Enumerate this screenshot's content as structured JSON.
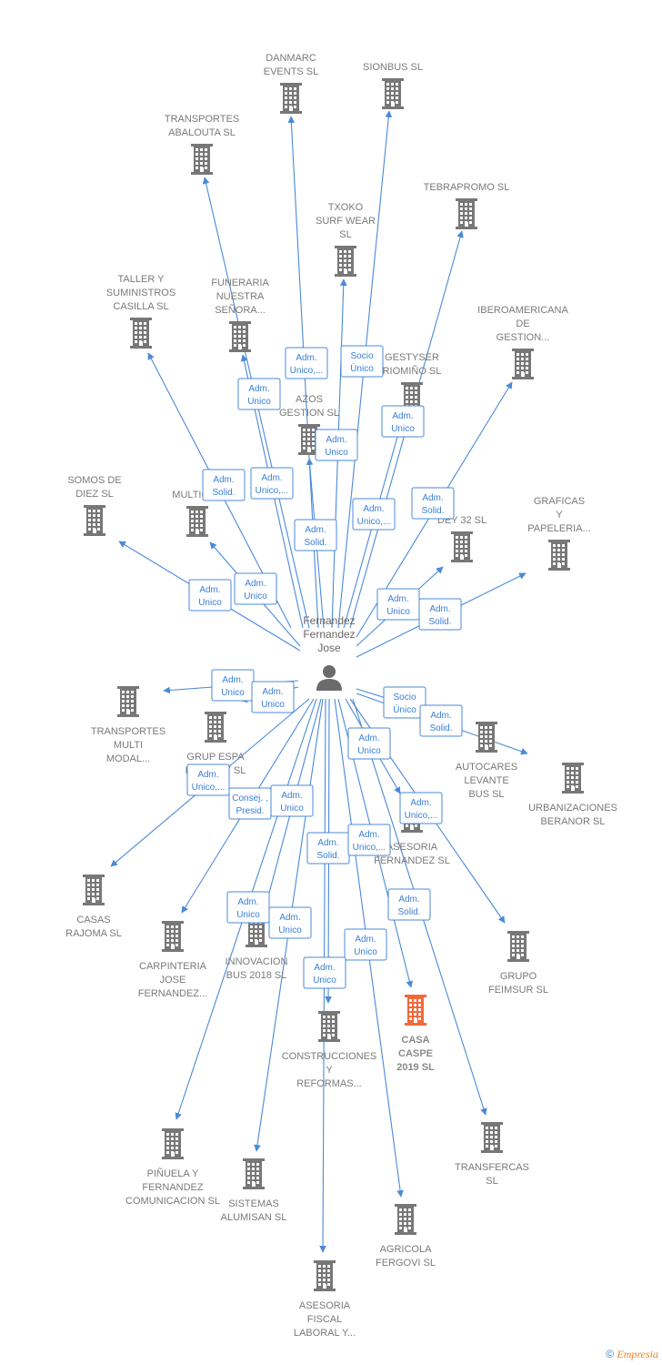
{
  "person": {
    "name_lines": [
      "Fernandez",
      "Fernandez",
      "Jose"
    ]
  },
  "companies": [
    {
      "id": "danmarc",
      "lines": [
        "DANMARC",
        "EVENTS  SL"
      ]
    },
    {
      "id": "sionbus",
      "lines": [
        "SIONBUS  SL"
      ]
    },
    {
      "id": "transportes_abalouta",
      "lines": [
        "TRANSPORTES",
        "ABALOUTA SL"
      ]
    },
    {
      "id": "tebrapromo",
      "lines": [
        "TEBRAPROMO SL"
      ]
    },
    {
      "id": "txoko",
      "lines": [
        "TXOKO",
        "SURF WEAR",
        "SL"
      ]
    },
    {
      "id": "taller",
      "lines": [
        "TALLER Y",
        "SUMINISTROS",
        "CASILLA  SL"
      ]
    },
    {
      "id": "funeraria",
      "lines": [
        "FUNERARIA",
        "NUESTRA",
        "SEÑORA..."
      ]
    },
    {
      "id": "iberoamericana",
      "lines": [
        "IBEROAMERICANA",
        "DE",
        "GESTION..."
      ]
    },
    {
      "id": "gestyser",
      "lines": [
        "GESTYSER",
        "RIOMIÑO SL"
      ]
    },
    {
      "id": "azos",
      "lines": [
        "AZOS",
        "GESTION SL"
      ]
    },
    {
      "id": "somos",
      "lines": [
        "SOMOS DE",
        "DIEZ SL"
      ]
    },
    {
      "id": "multicar",
      "lines": [
        "MULTICAR"
      ]
    },
    {
      "id": "dey32",
      "lines": [
        "DEY 32 SL"
      ]
    },
    {
      "id": "graficas",
      "lines": [
        "GRAFICAS",
        "Y",
        "PAPELERIA..."
      ]
    },
    {
      "id": "transportes_multi",
      "lines": [
        "TRANSPORTES",
        "MULTI",
        "MODAL..."
      ]
    },
    {
      "id": "grup_espa",
      "lines": [
        "GRUP ESPA",
        "BUS 2017  SL"
      ]
    },
    {
      "id": "autocares",
      "lines": [
        "AUTOCARES",
        "LEVANTE",
        "BUS  SL"
      ]
    },
    {
      "id": "urbanizaciones",
      "lines": [
        "URBANIZACIONES",
        "BERANOR SL"
      ]
    },
    {
      "id": "asesoria_fernandez",
      "lines": [
        "ASESORIA",
        "FERNANDEZ SL"
      ]
    },
    {
      "id": "casas_rajoma",
      "lines": [
        "CASAS",
        "RAJOMA SL"
      ]
    },
    {
      "id": "carpinteria",
      "lines": [
        "CARPINTERIA",
        "JOSE",
        "FERNANDEZ..."
      ]
    },
    {
      "id": "innovacion",
      "lines": [
        "INNOVACION",
        "BUS 2018  SL"
      ]
    },
    {
      "id": "grupo_feimsur",
      "lines": [
        "GRUPO",
        "FEIMSUR  SL"
      ]
    },
    {
      "id": "casa_caspe",
      "lines": [
        "CASA",
        "CASPE",
        "2019  SL"
      ],
      "highlight": true
    },
    {
      "id": "construcciones",
      "lines": [
        "CONSTRUCCIONES",
        "Y",
        "REFORMAS..."
      ]
    },
    {
      "id": "pinuela",
      "lines": [
        "PIÑUELA Y",
        "FERNANDEZ",
        "COMUNICACION SL"
      ]
    },
    {
      "id": "sistemas",
      "lines": [
        "SISTEMAS",
        "ALUMISAN  SL"
      ]
    },
    {
      "id": "transfercas",
      "lines": [
        "TRANSFERCAS",
        "SL"
      ]
    },
    {
      "id": "agricola",
      "lines": [
        "AGRICOLA",
        "FERGOVI SL"
      ]
    },
    {
      "id": "asesoria_fiscal",
      "lines": [
        "ASESORIA",
        "FISCAL",
        "LABORAL Y..."
      ]
    }
  ],
  "edge_labels": [
    {
      "id": "e1",
      "lines": [
        "Adm.",
        "Unico,..."
      ]
    },
    {
      "id": "e2",
      "lines": [
        "Socio",
        "Único"
      ]
    },
    {
      "id": "e3",
      "lines": [
        "Adm.",
        "Unico"
      ]
    },
    {
      "id": "e4",
      "lines": [
        "Adm.",
        "Unico"
      ]
    },
    {
      "id": "e5",
      "lines": [
        "Adm.",
        "Unico"
      ]
    },
    {
      "id": "e6",
      "lines": [
        "Adm.",
        "Solid."
      ]
    },
    {
      "id": "e7",
      "lines": [
        "Adm.",
        "Unico,..."
      ]
    },
    {
      "id": "e8",
      "lines": [
        "Adm.",
        "Solid."
      ]
    },
    {
      "id": "e9",
      "lines": [
        "Adm.",
        "Unico,..."
      ]
    },
    {
      "id": "e10",
      "lines": [
        "Adm.",
        "Solid."
      ]
    },
    {
      "id": "e11",
      "lines": [
        "Adm.",
        "Unico"
      ]
    },
    {
      "id": "e12",
      "lines": [
        "Adm.",
        "Unico"
      ]
    },
    {
      "id": "e13",
      "lines": [
        "Adm.",
        "Unico"
      ]
    },
    {
      "id": "e14",
      "lines": [
        "Adm.",
        "Solid."
      ]
    },
    {
      "id": "e15",
      "lines": [
        "Adm.",
        "Unico"
      ]
    },
    {
      "id": "e16",
      "lines": [
        "Adm.",
        "Unico"
      ]
    },
    {
      "id": "e17",
      "lines": [
        "Socio",
        "Único"
      ]
    },
    {
      "id": "e18",
      "lines": [
        "Adm.",
        "Solid."
      ]
    },
    {
      "id": "e19",
      "lines": [
        "Adm.",
        "Unico"
      ]
    },
    {
      "id": "e20",
      "lines": [
        "Adm.",
        "Unico,..."
      ]
    },
    {
      "id": "e21",
      "lines": [
        "Consej. ,",
        "Presid."
      ]
    },
    {
      "id": "e22",
      "lines": [
        "Adm.",
        "Unico"
      ]
    },
    {
      "id": "e23",
      "lines": [
        "Adm.",
        "Unico,..."
      ]
    },
    {
      "id": "e24",
      "lines": [
        "Adm.",
        "Solid."
      ]
    },
    {
      "id": "e25",
      "lines": [
        "Adm.",
        "Unico,..."
      ]
    },
    {
      "id": "e26",
      "lines": [
        "Adm.",
        "Unico"
      ]
    },
    {
      "id": "e27",
      "lines": [
        "Adm.",
        "Unico"
      ]
    },
    {
      "id": "e28",
      "lines": [
        "Adm.",
        "Solid."
      ]
    },
    {
      "id": "e29",
      "lines": [
        "Adm.",
        "Unico"
      ]
    },
    {
      "id": "e30",
      "lines": [
        "Adm.",
        "Unico"
      ]
    }
  ],
  "footer": {
    "copyright": "©",
    "brand": "Empresia"
  },
  "colors": {
    "edge": "#4a8ad8",
    "building": "#777777",
    "highlight": "#f26a3a",
    "person": "#6b6b6b"
  }
}
